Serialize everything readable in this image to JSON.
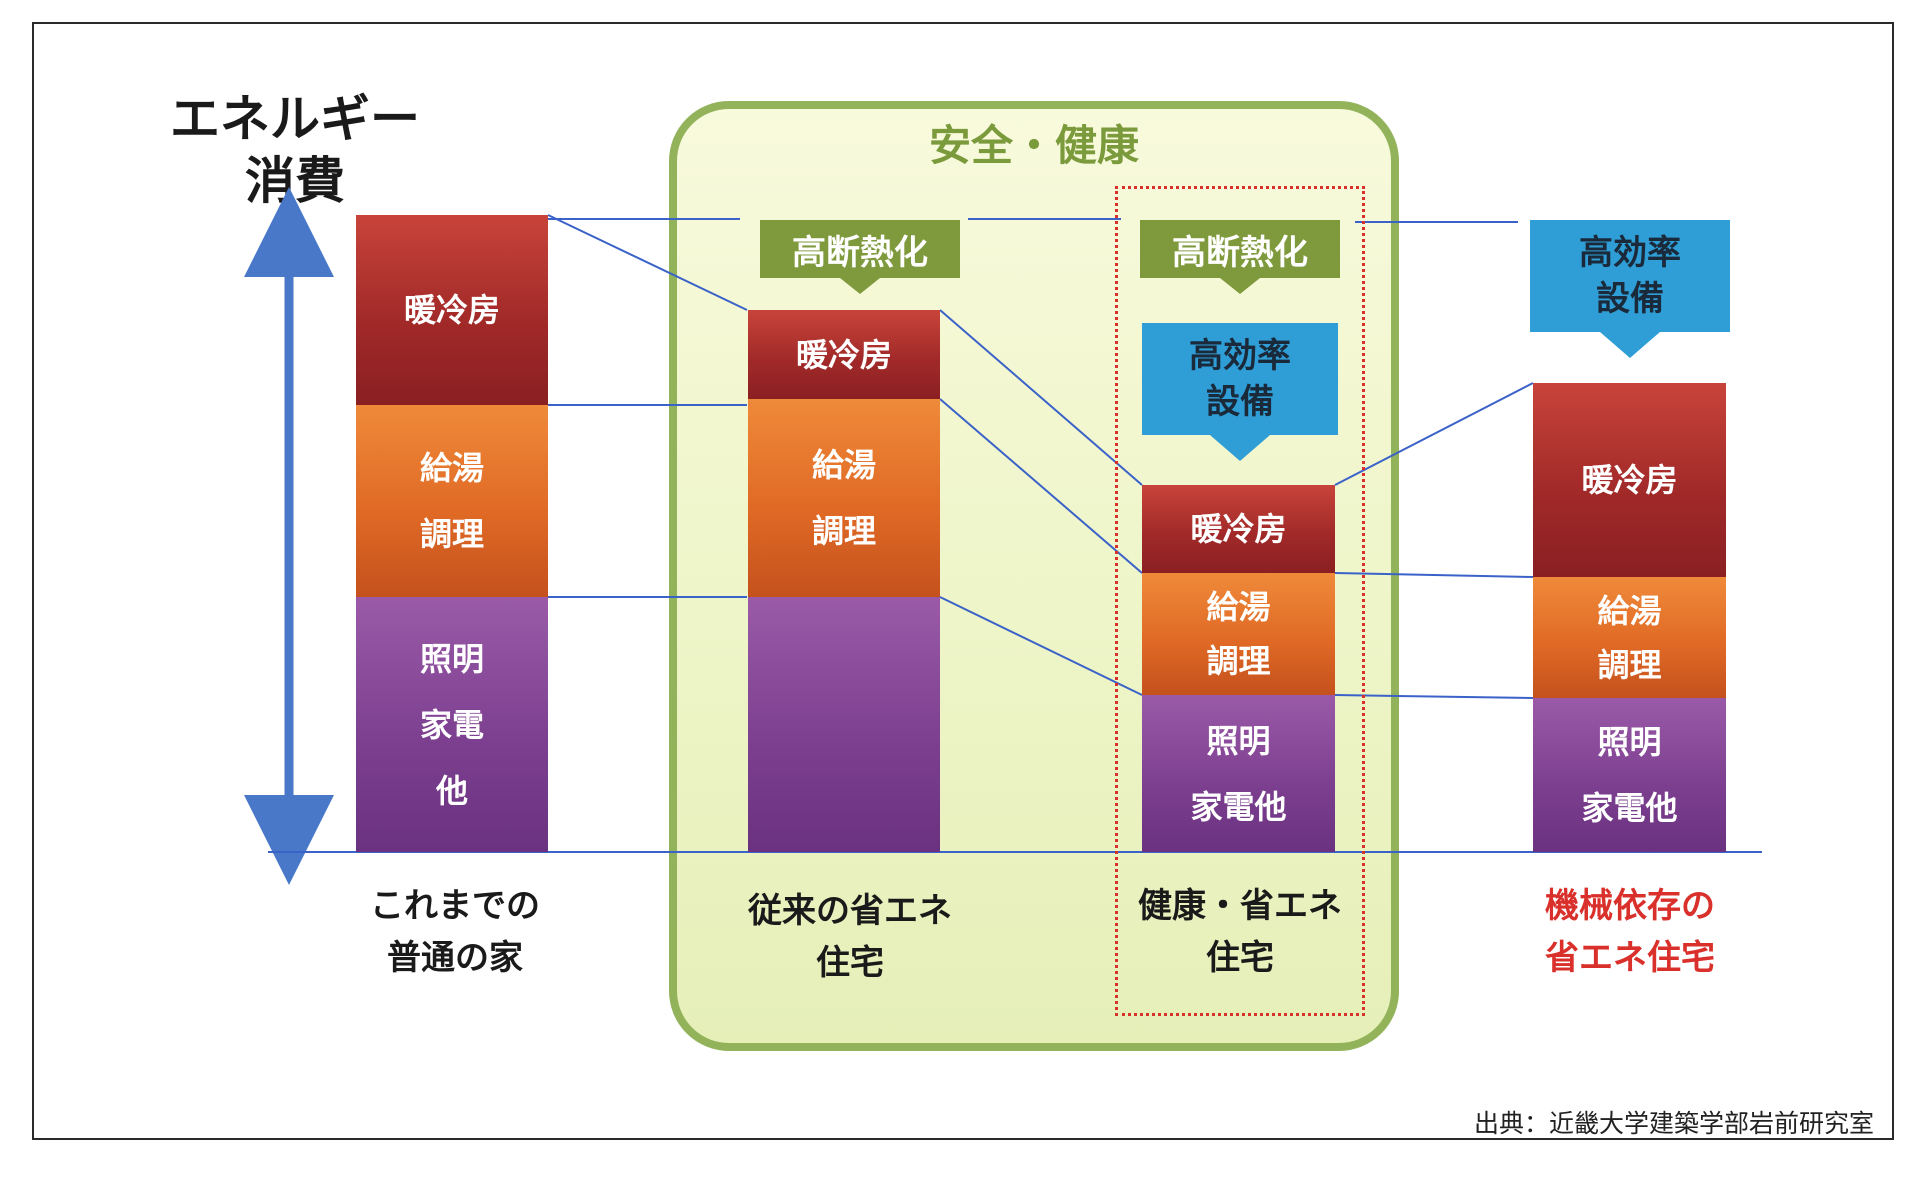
{
  "y_axis_title": [
    "エネルギー",
    "消費"
  ],
  "panel_title": "安全・健康",
  "columns": [
    {
      "caption": [
        "これまでの",
        "普通の家"
      ],
      "caption_color": "#1a1a1a",
      "segments": {
        "heating": [
          "暖冷房"
        ],
        "water": [
          "給湯",
          "調理"
        ],
        "lighting": [
          "照明",
          "家電",
          "他"
        ]
      }
    },
    {
      "caption": [
        "従来の省エネ",
        "住宅"
      ],
      "caption_color": "#1a1a1a",
      "badge": "高断熱化",
      "segments": {
        "heating": [
          "暖冷房"
        ],
        "water": [
          "給湯",
          "調理"
        ],
        "lighting": []
      }
    },
    {
      "caption": [
        "健康・省エネ",
        "住宅"
      ],
      "caption_color": "#1a1a1a",
      "badge": "高断熱化",
      "badge2": [
        "高効率",
        "設備"
      ],
      "segments": {
        "heating": [
          "暖冷房"
        ],
        "water": [
          "給湯",
          "調理"
        ],
        "lighting": [
          "照明",
          "家電他"
        ]
      }
    },
    {
      "caption": [
        "機械依存の",
        "省エネ住宅"
      ],
      "caption_color": "#d9302b",
      "badge2": [
        "高効率",
        "設備"
      ],
      "segments": {
        "heating": [
          "暖冷房"
        ],
        "water": [
          "給湯",
          "調理"
        ],
        "lighting": [
          "照明",
          "家電他"
        ]
      }
    }
  ],
  "colors": {
    "heating": "#a22a29",
    "water": "#e06a25",
    "lighting": "#7b3e8e",
    "badge_green": "#7f9a3c",
    "badge_blue": "#2f9ed6",
    "panel_border": "#93b35a",
    "connector": "#3a62c8",
    "axis_arrow": "#4a78c8",
    "highlight": "#d9302b"
  },
  "source": "出典：近畿大学建築学部岩前研究室"
}
